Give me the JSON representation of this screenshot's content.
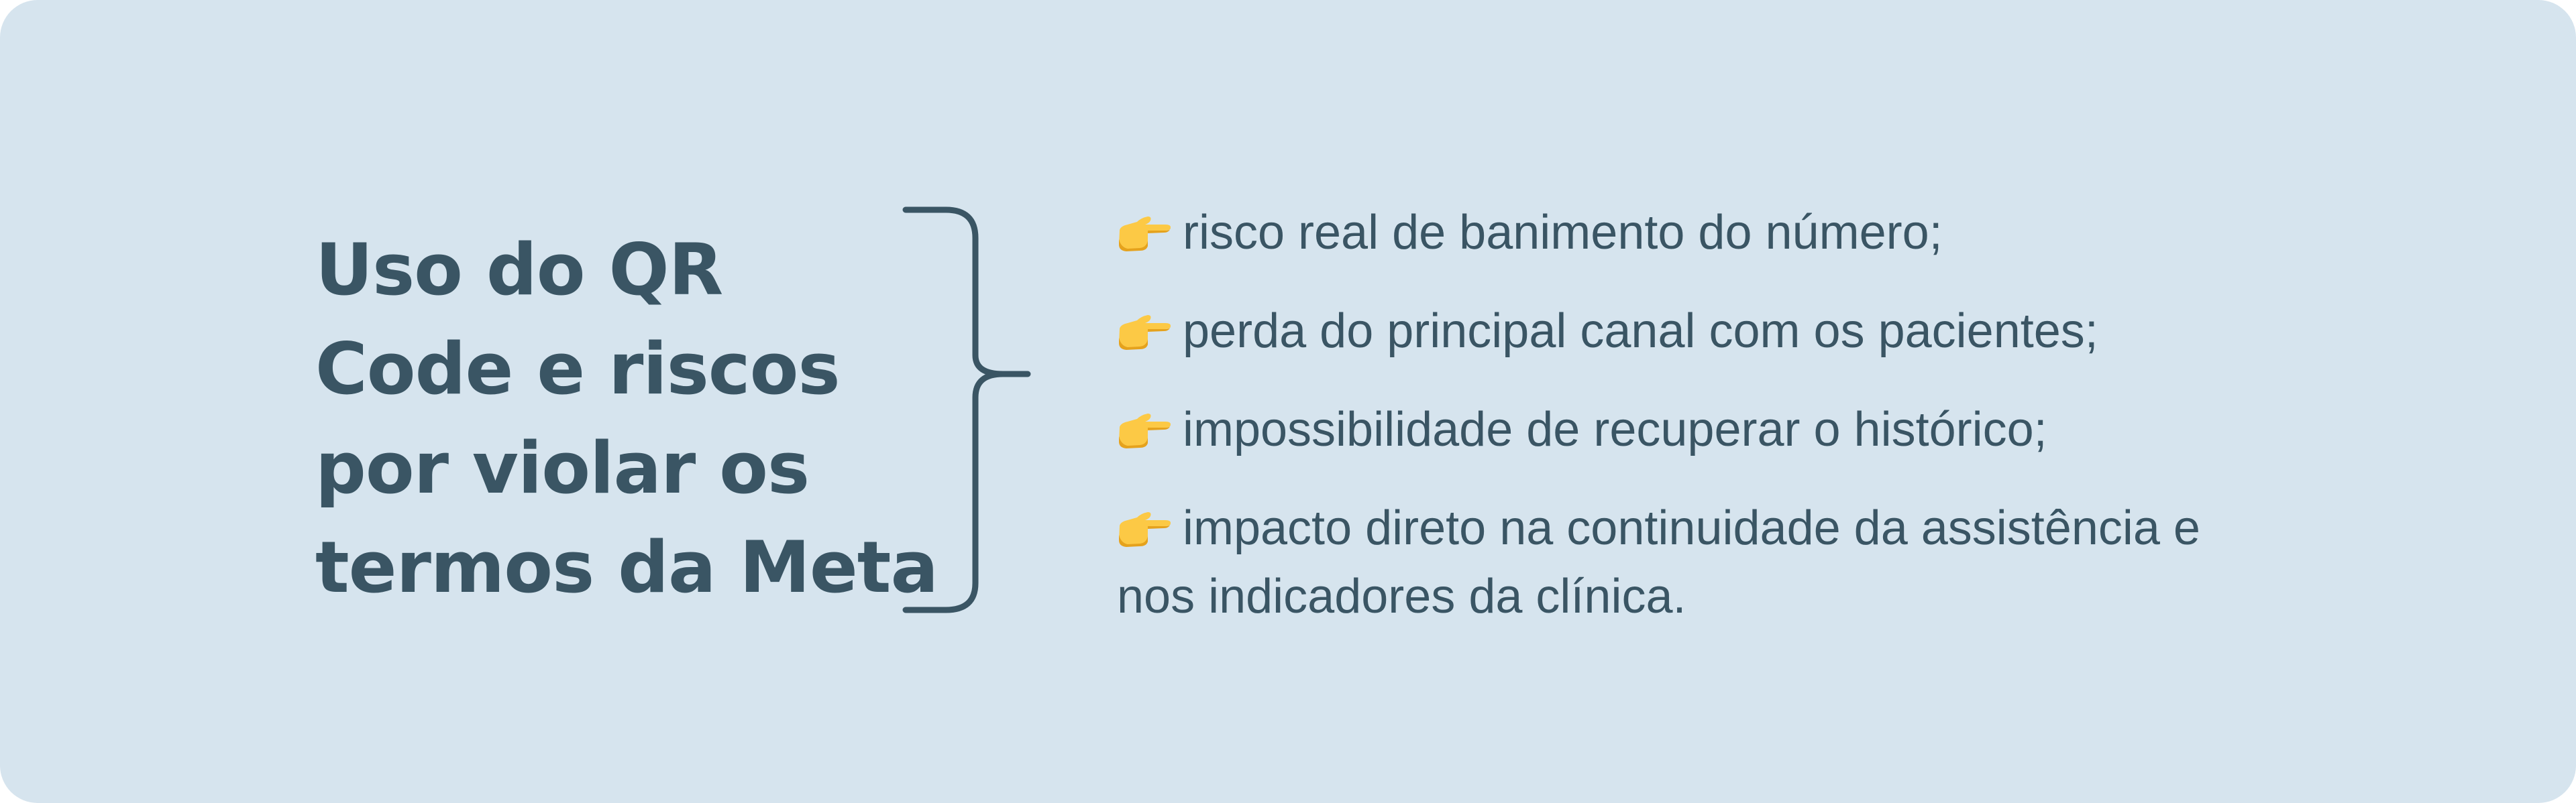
{
  "colors": {
    "background": "#d6e4ee",
    "text": "#3a5564",
    "pointer_fill": "#fcc945",
    "pointer_shadow": "#e5a21d"
  },
  "heading": {
    "lines": [
      "Uso do QR",
      "Code e riscos",
      "por violar os",
      "termos da Meta"
    ]
  },
  "connector": {
    "icon": "right-curly-brace-icon"
  },
  "items": [
    {
      "icon": "backhand-index-pointing-right-icon",
      "text": "risco real de banimento do número;"
    },
    {
      "icon": "backhand-index-pointing-right-icon",
      "text": "perda do principal canal com os pacientes;"
    },
    {
      "icon": "backhand-index-pointing-right-icon",
      "text": "impossibilidade de recuperar o histórico;"
    },
    {
      "icon": "backhand-index-pointing-right-icon",
      "text": "impacto direto na continuidade da assistência e nos indicadores da clínica."
    }
  ]
}
